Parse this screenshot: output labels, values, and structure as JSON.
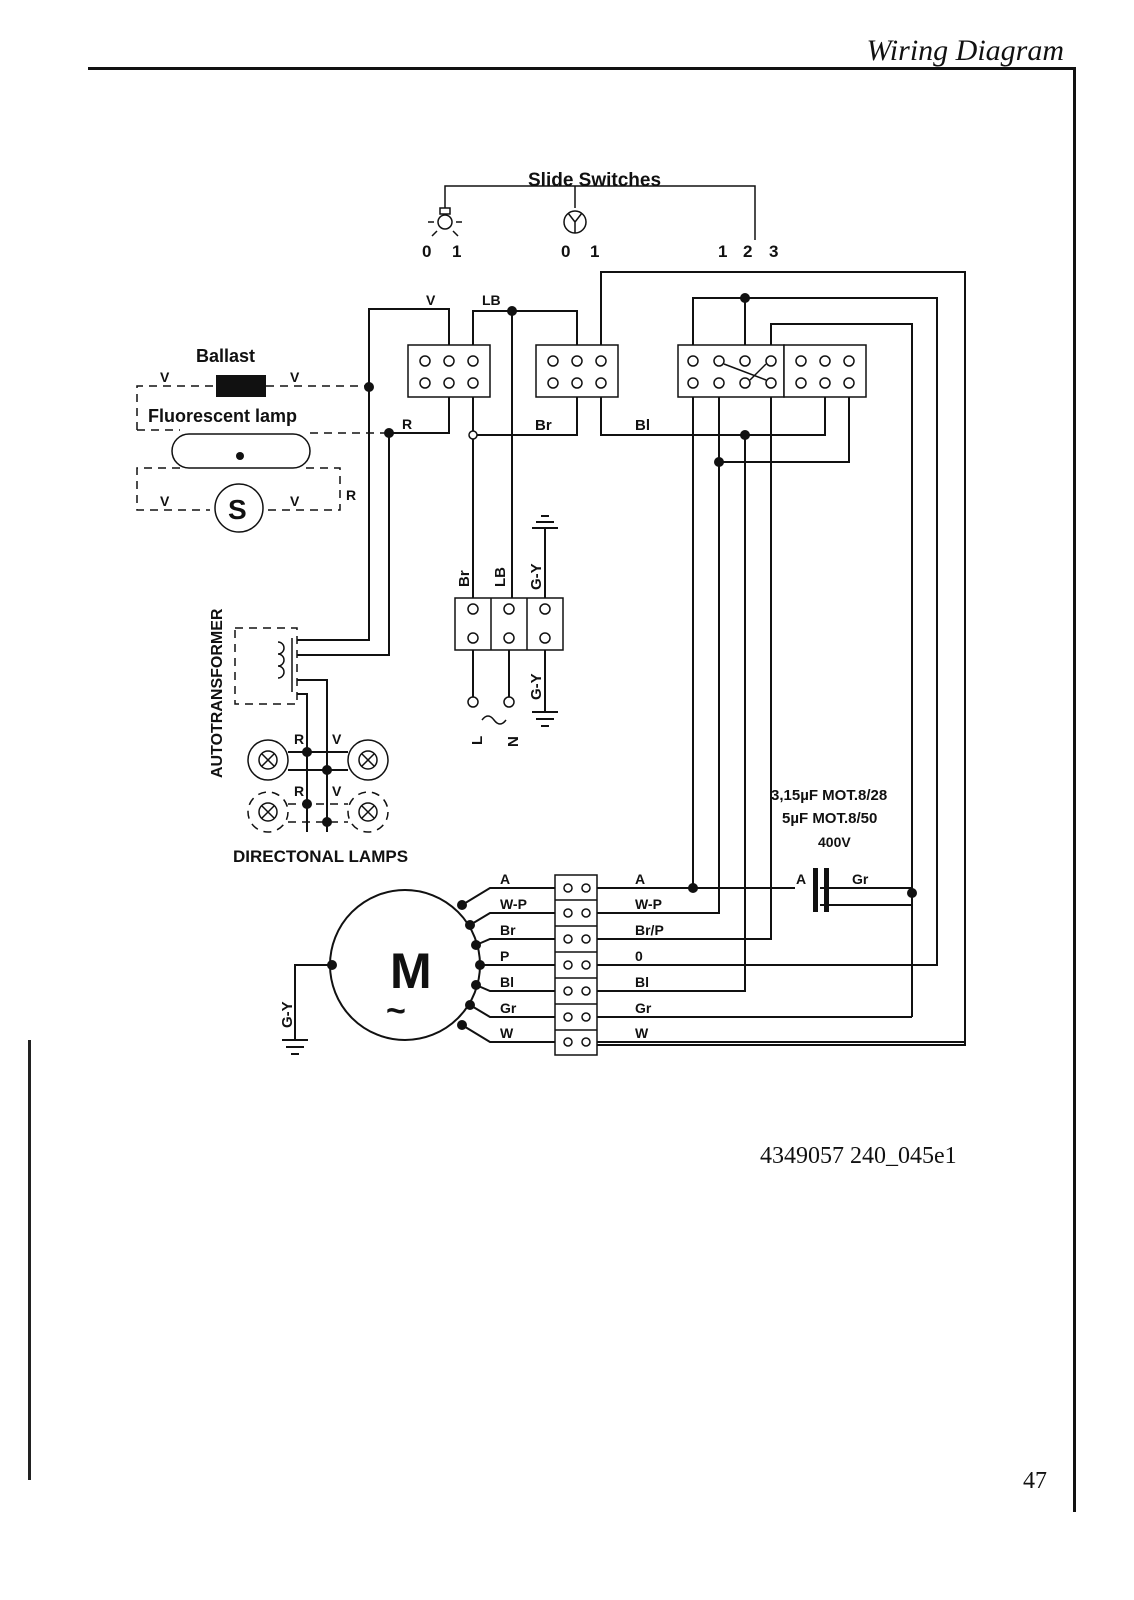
{
  "header": {
    "title": "Wiring Diagram"
  },
  "footer": {
    "doc_code": "4349057 240_045e1",
    "page_number": "47"
  },
  "diagram": {
    "slide_switches": "Slide Switches",
    "switch_light_positions": [
      "0",
      "1"
    ],
    "switch_fan_positions": [
      "0",
      "1"
    ],
    "switch_speed_positions": [
      "1",
      "2",
      "3"
    ],
    "ballast": "Ballast",
    "fluorescent_lamp": "Fluorescent lamp",
    "starter": "S",
    "autotransformer": "AUTOTRANSFORMER",
    "directional_lamps": "DIRECTONAL LAMPS",
    "motor": "M",
    "motor_symbol": "~",
    "capacitor_lines": [
      "3,15µF MOT.8/28",
      "5µF MOT.8/50",
      "400V"
    ],
    "wire_codes": {
      "V": "V",
      "R": "R",
      "LB": "LB",
      "Br": "Br",
      "Bl": "Bl",
      "GY": "G-Y",
      "L": "L",
      "N": "N",
      "A": "A",
      "Gr": "Gr"
    },
    "motor_wires_left": [
      "A",
      "W-P",
      "Br",
      "P",
      "Bl",
      "Gr",
      "W"
    ],
    "motor_wires_right": [
      "A",
      "W-P",
      "Br/P",
      "0",
      "Bl",
      "Gr",
      "W"
    ]
  }
}
